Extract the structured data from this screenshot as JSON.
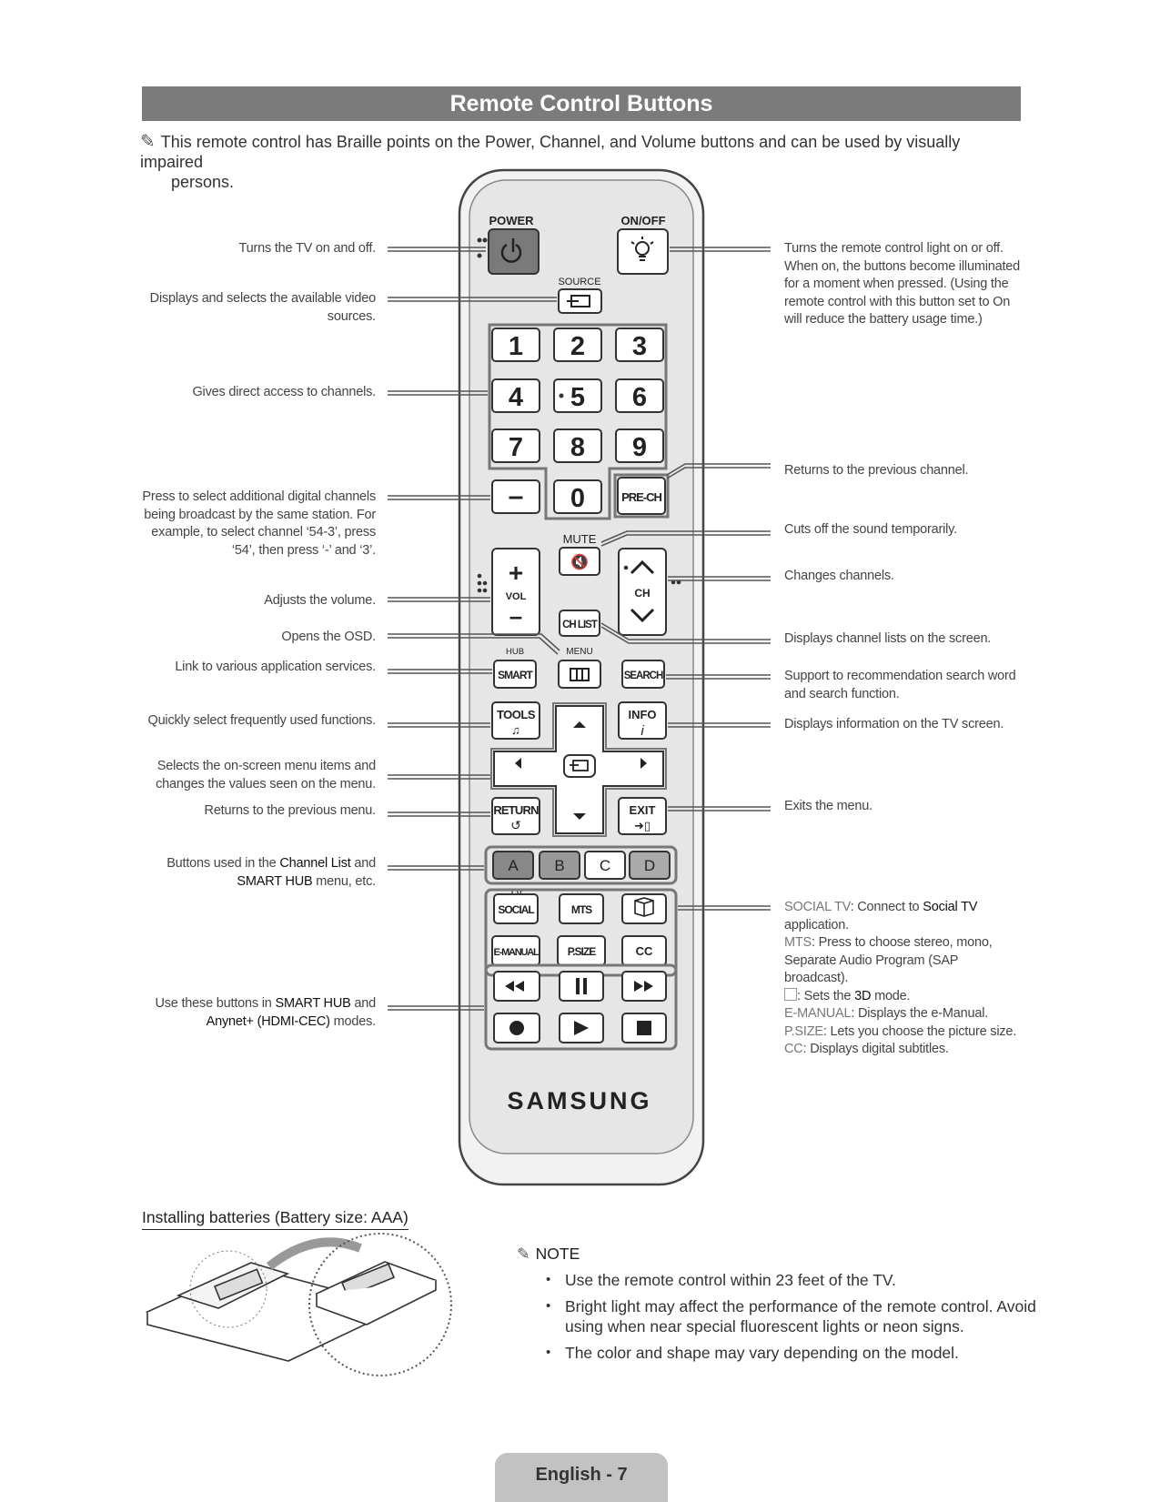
{
  "header": {
    "title": "Remote Control Buttons",
    "intro_icon": "note-pencil-icon",
    "intro_line1": "This remote control has Braille points on the Power, Channel, and Volume buttons and can be used by visually impaired",
    "intro_line2": "persons."
  },
  "remote": {
    "power_label": "POWER",
    "onoff_label": "ON/OFF",
    "source_label": "SOURCE",
    "digits": [
      "1",
      "2",
      "3",
      "4",
      "5",
      "6",
      "7",
      "8",
      "9",
      "0"
    ],
    "dash": "–",
    "prech": "PRE-CH",
    "mute_label": "MUTE",
    "vol_label": "VOL",
    "ch_label": "CH",
    "chlist": "CH LIST",
    "hub_label": "HUB",
    "menu_label": "MENU",
    "smart": "SMART",
    "search": "SEARCH",
    "tools": "TOOLS",
    "info": "INFO",
    "return": "RETURN",
    "exit": "EXIT",
    "colors": [
      "A",
      "B",
      "C",
      "D"
    ],
    "tv_label": "TV",
    "social": "SOCIAL",
    "mts": "MTS",
    "emanual": "E-MANUAL",
    "psize": "P.SIZE",
    "cc": "CC",
    "brand": "SAMSUNG"
  },
  "left_captions": [
    "Turns the TV on and off.",
    "Displays and selects the available video sources.",
    "Gives direct access to channels.",
    "Press to select additional digital channels being broadcast by the same station. For example, to select channel ‘54-3’, press ‘54’, then press ‘-’ and ‘3’.",
    "Adjusts the volume.",
    "Opens the OSD.",
    "Link to various application services.",
    "Quickly select frequently used functions.",
    "Selects the on-screen menu items and changes the values seen on the menu.",
    "Returns to the previous menu."
  ],
  "left_caption_colors": {
    "pre": "Buttons used in the ",
    "term1": "Channel List",
    "mid": " and ",
    "term2": "SMART HUB",
    "post": " menu, etc."
  },
  "left_caption_media": {
    "pre": "Use these buttons in ",
    "term1": "SMART HUB",
    "mid": " and ",
    "term2": "Anynet+ (HDMI-CEC)",
    "post": " modes."
  },
  "right_captions": [
    "Turns the remote control light on or off. When on, the buttons become illuminated for a moment when pressed. (Using the remote control with this button set to On will reduce the battery usage time.)",
    "Returns to the previous channel.",
    "Cuts off the sound temporarily.",
    "Changes channels.",
    "Displays channel lists on the screen.",
    "Support to recommendation search word and search function.",
    "Displays information on the TV screen.",
    "Exits the menu."
  ],
  "right_list": {
    "social_key": "SOCIAL TV",
    "social_pre": ": Connect to ",
    "social_term": "Social TV",
    "social_post": " application.",
    "mts_key": "MTS",
    "mts_text": ": Press to choose stereo, mono, Separate Audio Program (SAP broadcast).",
    "threed_pre": ": Sets the ",
    "threed_term": "3D",
    "threed_post": " mode.",
    "emanual_key": "E-MANUAL",
    "emanual_text": ": Displays the e-Manual.",
    "psize_key": "P.SIZE",
    "psize_text": ": Lets you choose the picture size.",
    "cc_key": "CC",
    "cc_text": ": Displays digital subtitles."
  },
  "batteries": {
    "heading": "Installing batteries (Battery size: AAA)"
  },
  "note": {
    "heading": "NOTE",
    "items": [
      "Use the remote control within 23 feet of the TV.",
      "Bright light may affect the performance of the remote control. Avoid using when near special fluorescent lights or neon signs.",
      "The color and shape may vary depending on the model."
    ]
  },
  "footer": {
    "label": "English - 7"
  }
}
